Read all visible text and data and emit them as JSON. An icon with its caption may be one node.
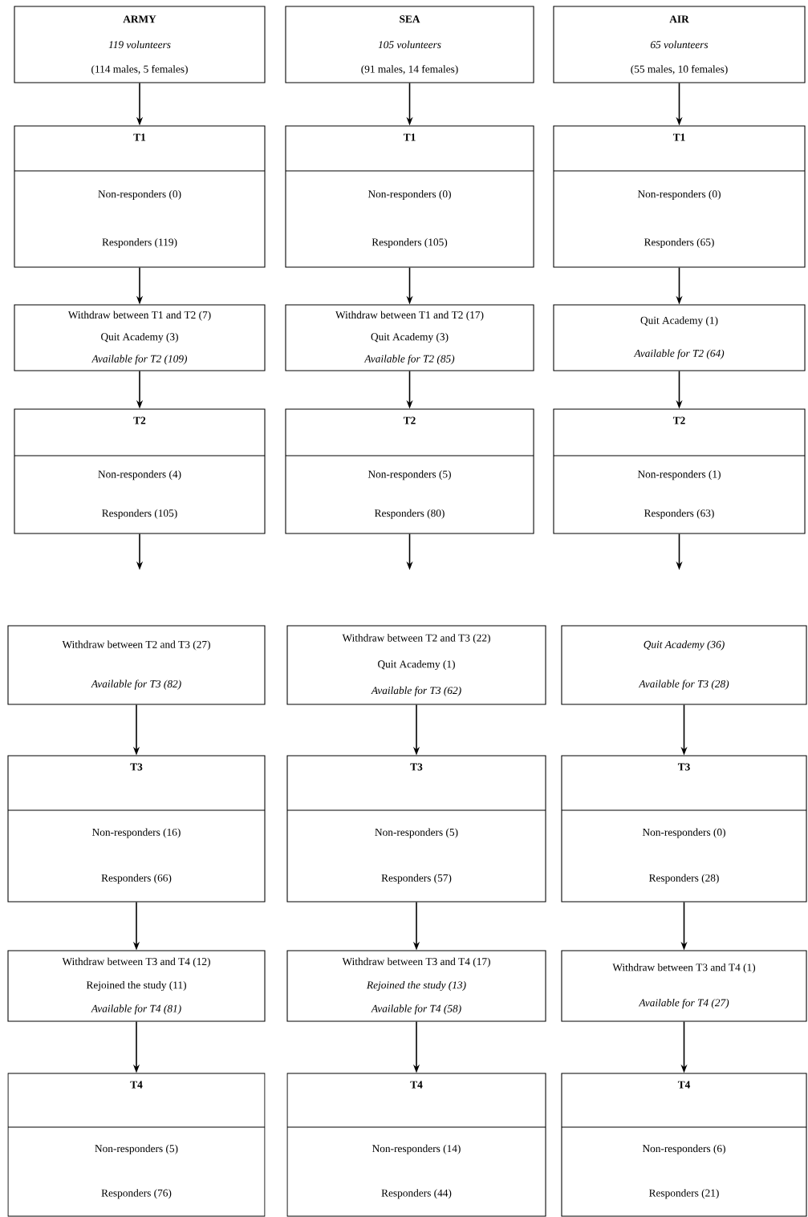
{
  "diagram": {
    "nodes": [
      {
        "text": [
          "ARMY",
          "119 volunteers",
          "(114 males, 5 females)"
        ]
      },
      {
        "text": [
          "SEA",
          "105 volunteers",
          "(91 males, 14 females)"
        ]
      },
      {
        "text": [
          "AIR",
          "65 volunteers",
          "(55 males, 10 females)"
        ]
      },
      {
        "text": [
          "T1",
          "Non-responders (0)",
          "Responders (119)"
        ]
      },
      {
        "text": [
          "T1",
          "Non-responders (0)",
          "Responders (105)"
        ]
      },
      {
        "text": [
          "T1",
          "Non-responders (0)",
          "Responders (65)"
        ]
      },
      {
        "text": [
          "Withdraw between T1 and T2 (7)",
          "Quit Academy (3)",
          "Available for T2 (109)"
        ]
      },
      {
        "text": [
          "Withdraw between T1 and T2 (17)",
          "Quit Academy (3)",
          "Available for T2 (85)"
        ]
      },
      {
        "text": [
          "Quit Academy (1)",
          "Available for T2 (64)"
        ]
      },
      {
        "text": [
          "T2",
          "Non-responders (4)",
          "Responders (105)"
        ]
      },
      {
        "text": [
          "T2",
          "Non-responders (5)",
          "Responders (80)"
        ]
      },
      {
        "text": [
          "T2",
          "Non-responders (1)",
          "Responders (63)"
        ]
      },
      {
        "text": [
          "Withdraw between T2 and T3 (27)",
          "Available for T3 (82)"
        ]
      },
      {
        "text": [
          "Withdraw between T2 and T3 (22)",
          "Quit Academy (1)",
          "Available for T3 (62)"
        ]
      },
      {
        "text": [
          "Quit Academy (36)",
          "Available for T3 (28)"
        ]
      },
      {
        "text": [
          "T3",
          "Non-responders (16)",
          "Responders (66)"
        ]
      },
      {
        "text": [
          "T3",
          "Non-responders (5)",
          "Responders (57)"
        ]
      },
      {
        "text": [
          "T3",
          "Non-responders (0)",
          "Responders (28)"
        ]
      },
      {
        "text": [
          "Withdraw between T3 and T4 (12)",
          "Rejoined the study (11)",
          "Available for T4 (81)"
        ]
      },
      {
        "text": [
          "Withdraw between T3 and T4 (17)",
          "Rejoined the study (13)",
          "Available for T4 (58)"
        ]
      },
      {
        "text": [
          "Withdraw between T3 and T4 (1)",
          "Available for T4 (27)"
        ]
      },
      {
        "text": [
          "T4",
          "Non-responders (5)",
          "Responders (76)"
        ]
      },
      {
        "text": [
          "T4",
          "Non-responders (14)",
          "Responders (44)"
        ]
      },
      {
        "text": [
          "T4",
          "Non-responders (6)",
          "Responders (21)"
        ]
      }
    ],
    "edges": [
      {
        "from": 0,
        "to": 3,
        "arrow": "to"
      },
      {
        "from": 1,
        "to": 4,
        "arrow": "to"
      },
      {
        "from": 2,
        "to": 5,
        "arrow": "to"
      },
      {
        "from": 3,
        "to": 6,
        "arrow": "to"
      },
      {
        "from": 4,
        "to": 7,
        "arrow": "to"
      },
      {
        "from": 5,
        "to": 8,
        "arrow": "to"
      },
      {
        "from": 6,
        "to": 9,
        "arrow": "to"
      },
      {
        "from": 7,
        "to": 10,
        "arrow": "to"
      },
      {
        "from": 8,
        "to": 11,
        "arrow": "to"
      },
      {
        "from": 9,
        "to": null,
        "arrow": "to"
      },
      {
        "from": 10,
        "to": null,
        "arrow": "to"
      },
      {
        "from": 11,
        "to": null,
        "arrow": "to"
      },
      {
        "from": 12,
        "to": 15,
        "arrow": "to"
      },
      {
        "from": 13,
        "to": 16,
        "arrow": "to"
      },
      {
        "from": 14,
        "to": 17,
        "arrow": "to"
      },
      {
        "from": 15,
        "to": 18,
        "arrow": "to"
      },
      {
        "from": 16,
        "to": 19,
        "arrow": "to"
      },
      {
        "from": 17,
        "to": 20,
        "arrow": "to"
      },
      {
        "from": 18,
        "to": 21,
        "arrow": "to"
      },
      {
        "from": 19,
        "to": 22,
        "arrow": "to"
      },
      {
        "from": 20,
        "to": 23,
        "arrow": "to"
      }
    ]
  }
}
